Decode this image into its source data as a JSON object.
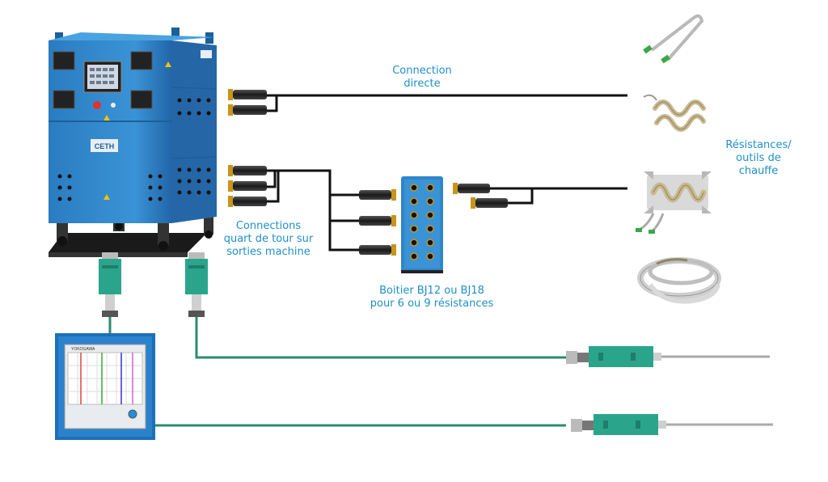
{
  "labels": {
    "direct_line1": "Connection",
    "direct_line2": "directe",
    "quarter_line1": "Connections",
    "quarter_line2": "quart de tour sur",
    "quarter_line3": "sorties machine",
    "box_line1": "Boitier BJ12 ou BJ18",
    "box_line2": "pour 6 ou 9 résistances",
    "heaters_line1": "Résistances/",
    "heaters_line2": "outils de",
    "heaters_line3": "chauffe"
  },
  "machine": {
    "logo": "CETH"
  },
  "recorder": {
    "brand": "YOKOGAWA"
  },
  "colors": {
    "cabinet": "#2f86c9",
    "cabinet_dark": "#1d5f99",
    "power_cable": "#111111",
    "thermo_cable": "#2e8b6f",
    "plug_green": "#2aa58c",
    "label": "#1f8fc8"
  },
  "icons": [
    "power-plug-icon",
    "thermocouple-plug-icon",
    "heating-element-icon",
    "probe-icon"
  ]
}
